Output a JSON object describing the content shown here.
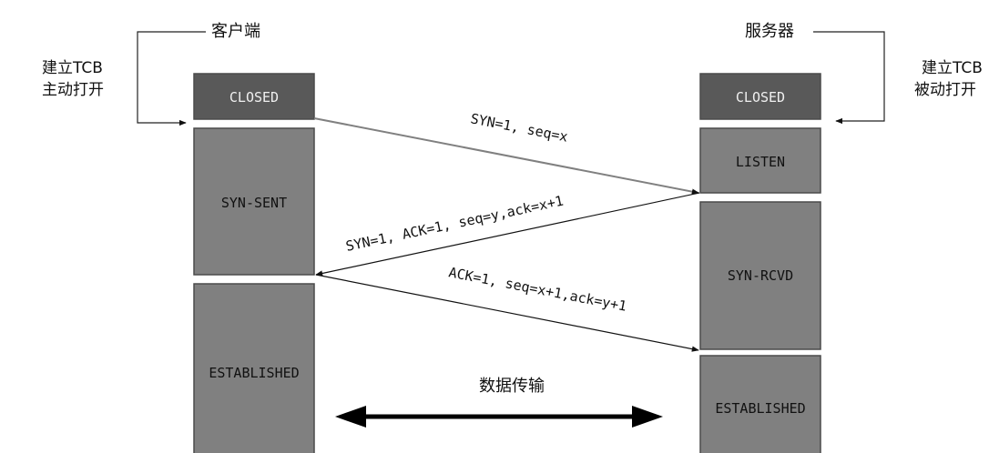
{
  "client": {
    "title": "客户端",
    "note_line1": "建立TCB",
    "note_line2": "主动打开",
    "states": {
      "closed": "CLOSED",
      "syn_sent": "SYN-SENT",
      "established": "ESTABLISHED"
    }
  },
  "server": {
    "title": "服务器",
    "note_line1": "建立TCB",
    "note_line2": "被动打开",
    "states": {
      "closed": "CLOSED",
      "listen": "LISTEN",
      "syn_rcvd": "SYN-RCVD",
      "established": "ESTABLISHED"
    }
  },
  "messages": {
    "syn": "SYN=1, seq=x",
    "syn_ack": "SYN=1, ACK=1, seq=y,ack=x+1",
    "ack": "ACK=1, seq=x+1,ack=y+1"
  },
  "data_transfer": "数据传输",
  "colors": {
    "closed_fill": "#595959",
    "state_fill": "#808080",
    "line": "#222222",
    "syn_line": "#808080"
  }
}
